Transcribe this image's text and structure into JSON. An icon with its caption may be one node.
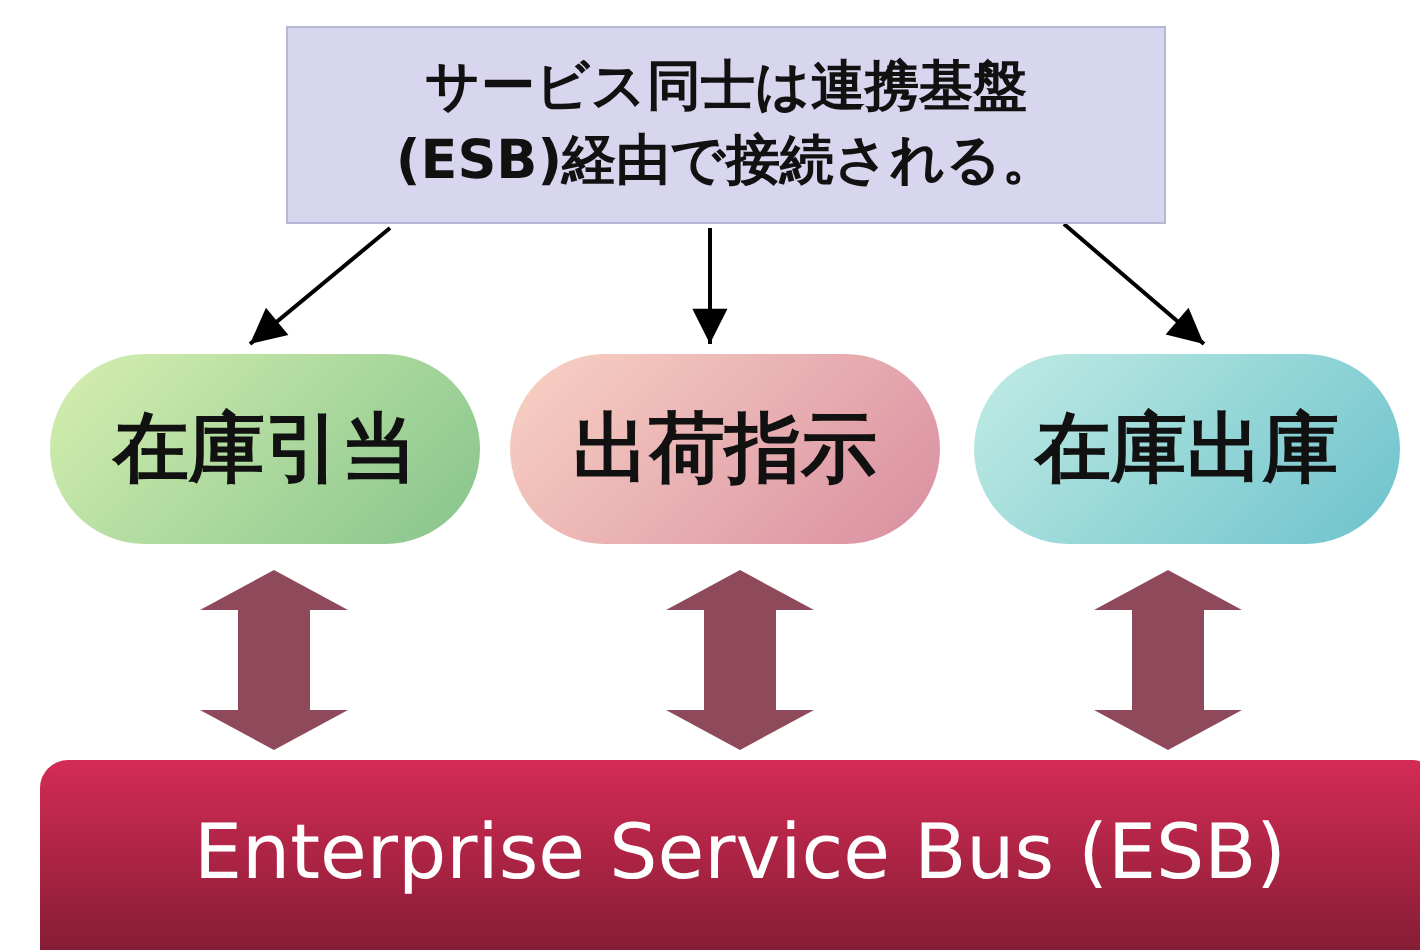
{
  "diagram": {
    "nodes": [
      {
        "text": [
          "サービス同士は連携基盤(ESB)経由で接続される。"
        ]
      },
      {
        "text": [
          "在庫引当"
        ]
      },
      {
        "text": [
          "出荷指示"
        ]
      },
      {
        "text": [
          "在庫出庫"
        ]
      },
      {
        "text": [
          "Enterprise Service Bus (ESB)"
        ]
      }
    ],
    "edges": [
      {
        "from": 0,
        "to": 1,
        "arrow": "to"
      },
      {
        "from": 0,
        "to": 2,
        "arrow": "to"
      },
      {
        "from": 0,
        "to": 3,
        "arrow": "to"
      },
      {
        "from": 1,
        "to": 4,
        "arrow": "both",
        "style": "thick",
        "color": "#8e4a5a"
      },
      {
        "from": 2,
        "to": 4,
        "arrow": "both",
        "style": "thick",
        "color": "#8e4a5a"
      },
      {
        "from": 3,
        "to": 4,
        "arrow": "both",
        "style": "thick",
        "color": "#8e4a5a"
      }
    ]
  }
}
